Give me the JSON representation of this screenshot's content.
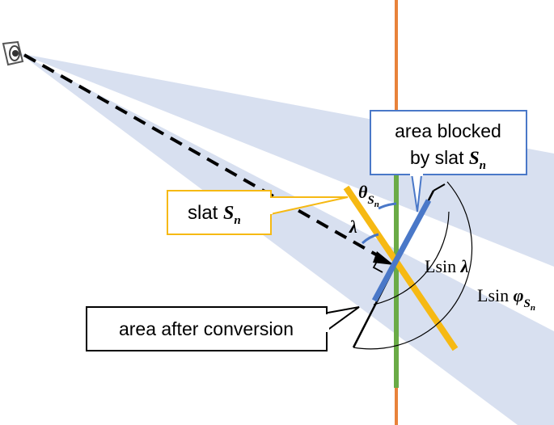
{
  "callouts": {
    "blocked": {
      "line1": "area blocked",
      "line2_prefix": "by slat ",
      "symbol": "S",
      "subscript": "n"
    },
    "slat": {
      "prefix": "slat ",
      "symbol": "S",
      "subscript": "n"
    },
    "after": {
      "text": "area after conversion"
    }
  },
  "labels": {
    "theta": {
      "symbol": "θ",
      "sub": "S",
      "subsub": "n"
    },
    "lambda": {
      "symbol": "λ"
    },
    "lsin_lambda": {
      "prefix": "Lsin ",
      "symbol": "λ"
    },
    "lsin_phi": {
      "prefix": "Lsin ",
      "symbol": "φ",
      "sub": "S",
      "subsub": "n"
    }
  },
  "icons": {
    "viewer": "eye-icon"
  },
  "colors": {
    "beam": "#d6deef",
    "slat": "#f6b913",
    "blocked": "#4a78c8",
    "vertical_line": "#e8823a",
    "window_segment": "#6aab46",
    "callout_border_slat": "#f6b913",
    "callout_border_blocked": "#4a78c8",
    "ink": "#000000"
  }
}
